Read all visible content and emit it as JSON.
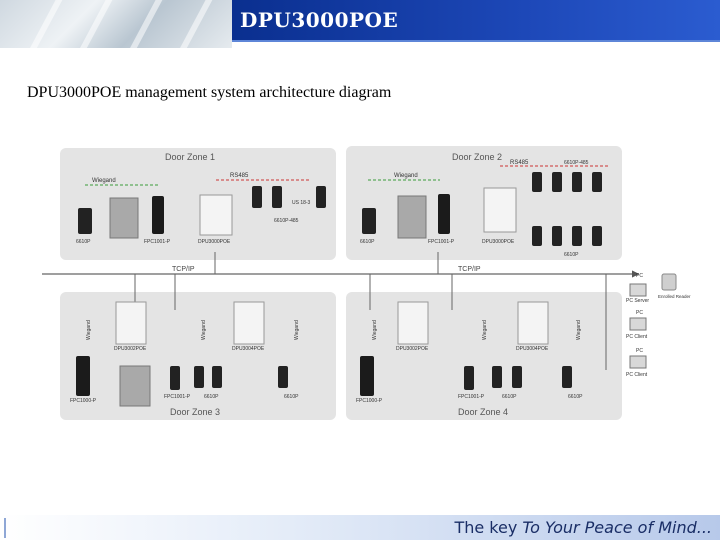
{
  "header": {
    "title": "DPU3000POE"
  },
  "subtitle": "DPU3000POE management system architecture diagram",
  "zones": {
    "z1": "Door Zone 1",
    "z2": "Door Zone 2",
    "z3": "Door Zone 3",
    "z4": "Door Zone 4"
  },
  "network": {
    "label_left": "TCP/IP",
    "label_right": "TCP/IP"
  },
  "labels": {
    "wiegand": "Wiegand",
    "rs485": "RS485",
    "z1_reader": "6610P",
    "z1_controller": "FPC1001-P",
    "z1_panel": "DPU3000POE",
    "z1_rs": "US 18-3",
    "z1_module": "6610P-485",
    "z2_reader": "6610P",
    "z2_controller": "FPC1001-P",
    "z2_panel": "DPU3000POE",
    "z2_top": "6610P-485",
    "z2_bottom": "6610P",
    "z3_panel_a": "DPU3002POE",
    "z3_panel_b": "DPU3004POE",
    "z3_fpc": "FPC1000-P",
    "z3_fpc2": "FPC1001-P",
    "z3_r1": "6610P",
    "z3_r2": "6610P",
    "z4_panel_a": "DPU3002POE",
    "z4_panel_b": "DPU3004POE",
    "z4_fpc": "FPC1000-P",
    "z4_fpc2": "FPC1001-P",
    "z4_r1": "6610P",
    "z4_r2": "6610P",
    "pc_server": "PC Server",
    "pc_client1": "PC Client",
    "pc_client2": "PC Client",
    "enrolled": "Enrolled Reader",
    "pc": "PC"
  },
  "footer": {
    "prefix": "The key ",
    "italic": "To Your Peace of Mind..."
  }
}
